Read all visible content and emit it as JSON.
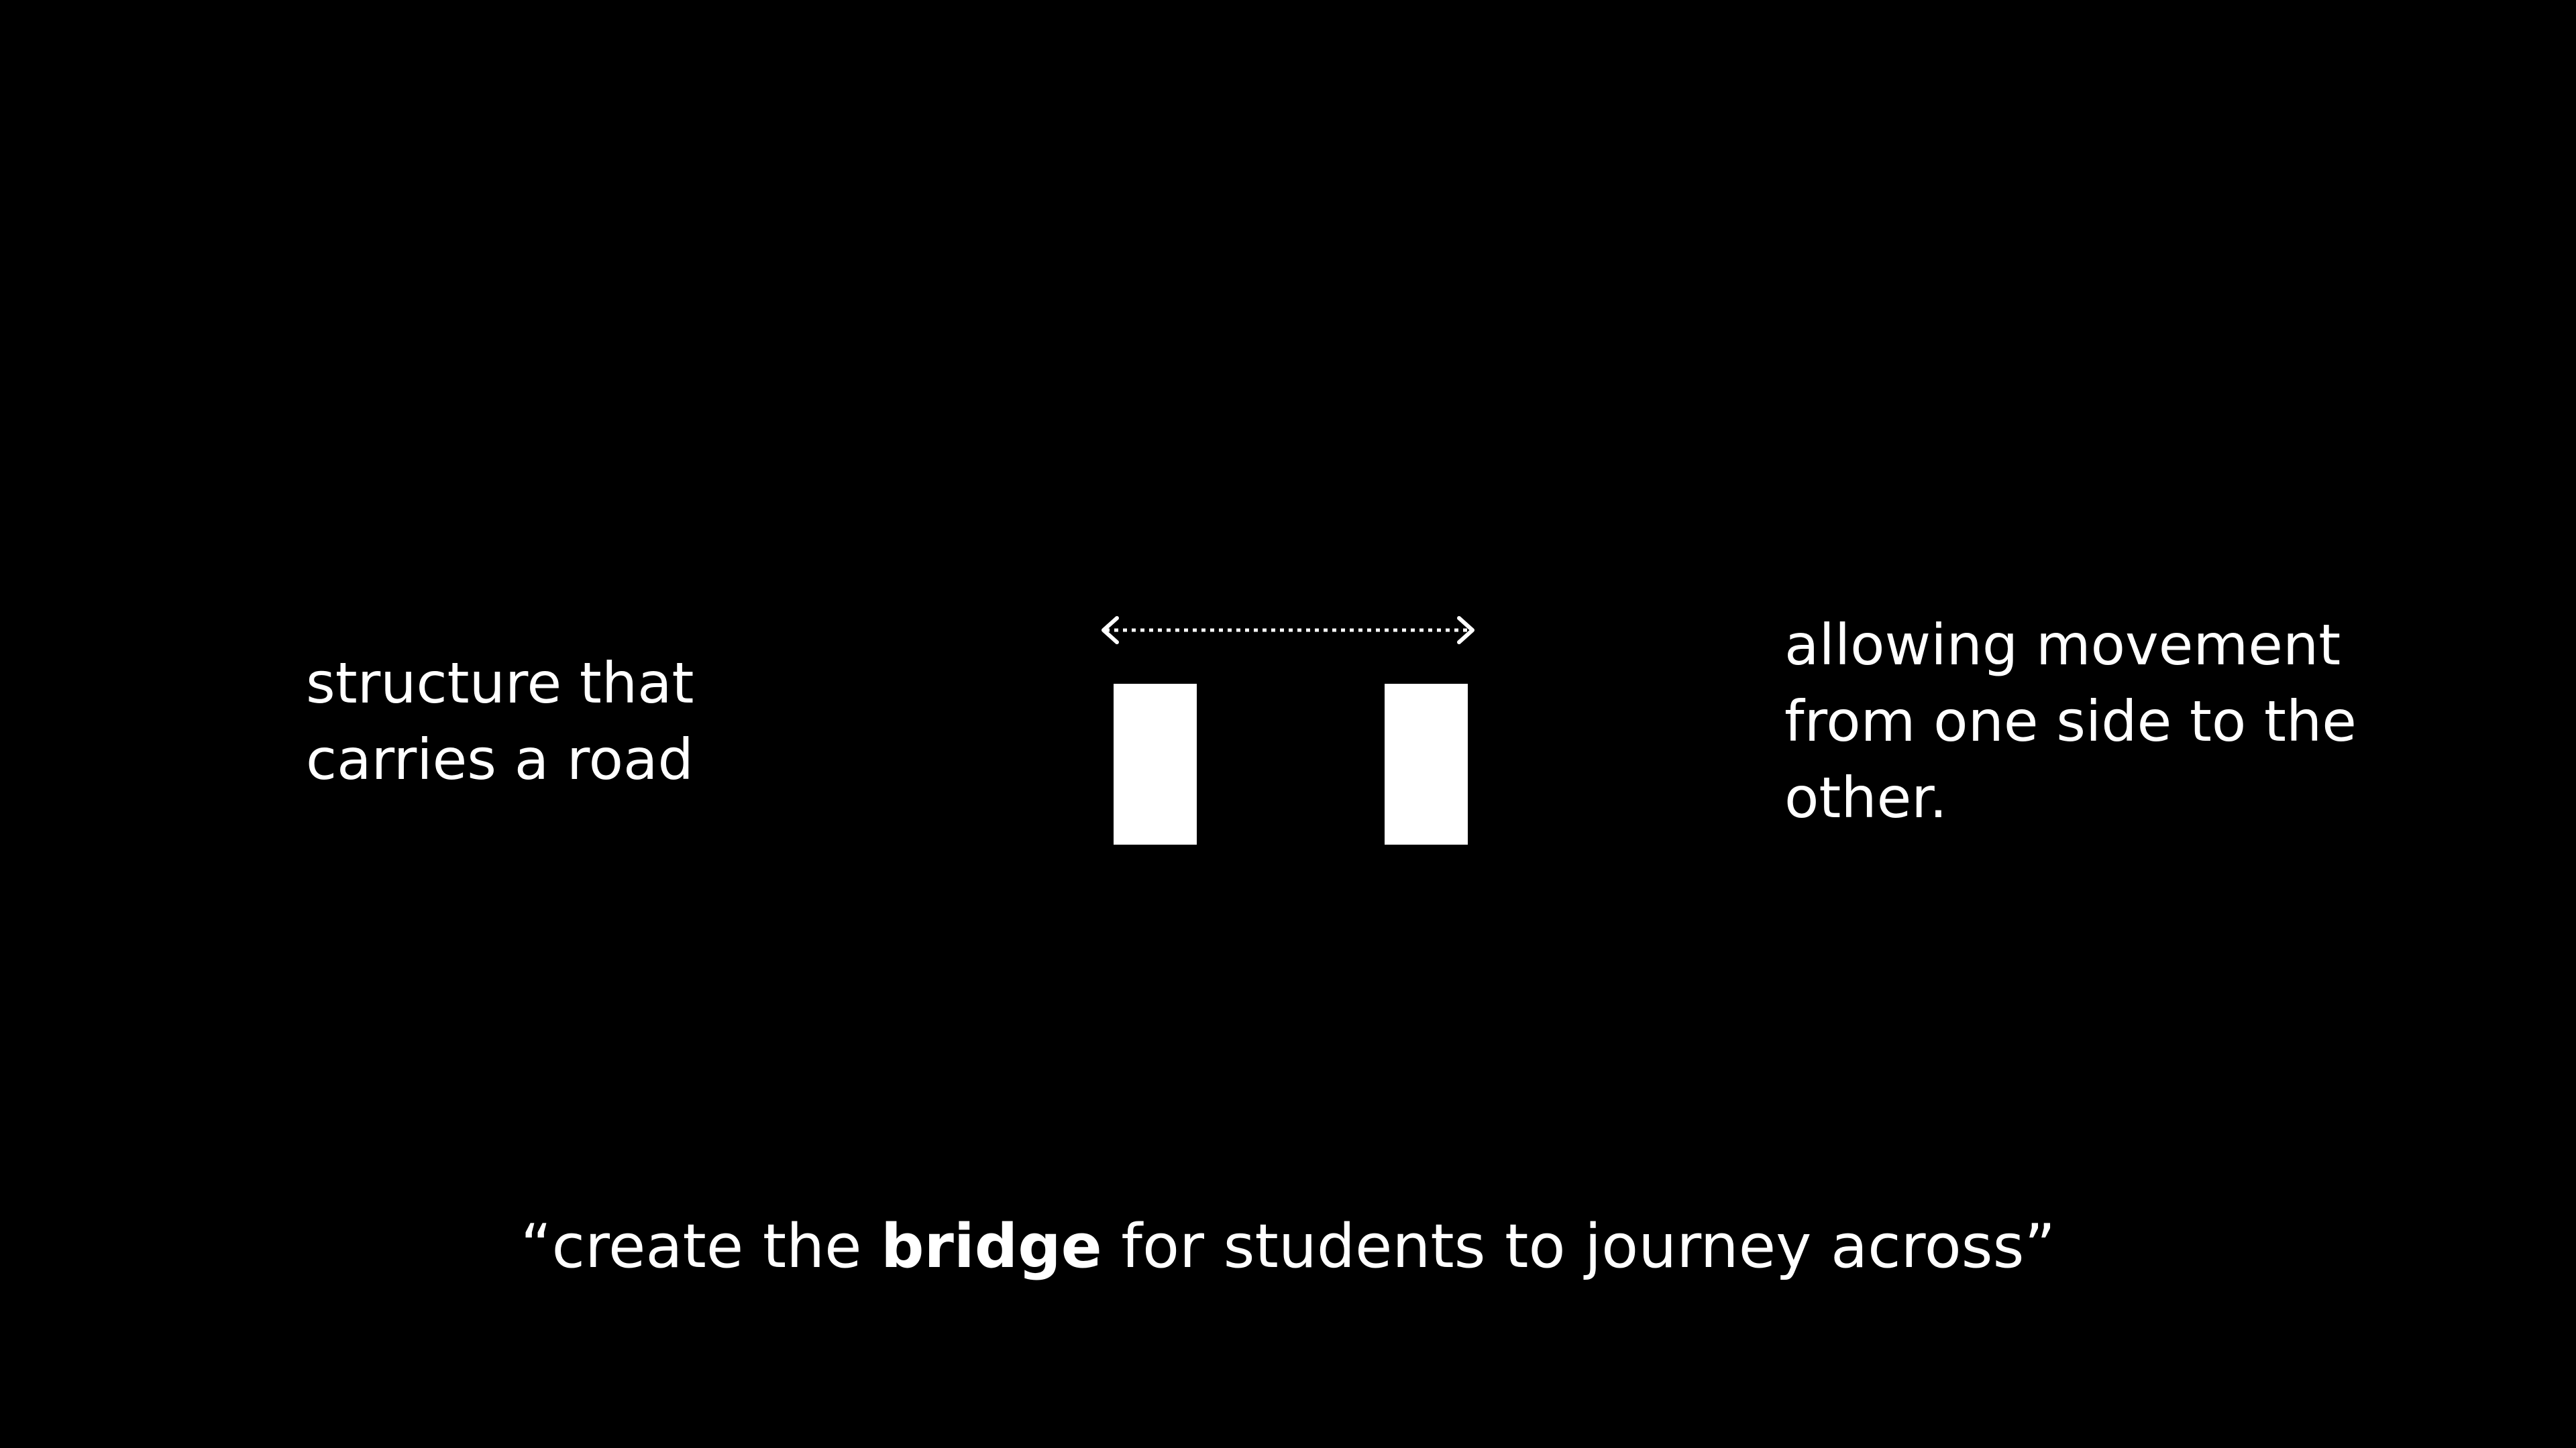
{
  "colors": {
    "background": "#000000",
    "foreground": "#ffffff"
  },
  "left_definition": {
    "lines": [
      "structure that",
      "carries a road"
    ]
  },
  "right_definition": {
    "lines": [
      "allowing movement",
      "from one side to the",
      "other."
    ]
  },
  "quote": {
    "open_mark": "“",
    "before": "create the ",
    "emphasis": "bridge",
    "after": " for students to journey across",
    "close_mark": "”"
  },
  "diagram": {
    "pillar_count": 2,
    "arrow_style": "dotted-double-headed"
  }
}
